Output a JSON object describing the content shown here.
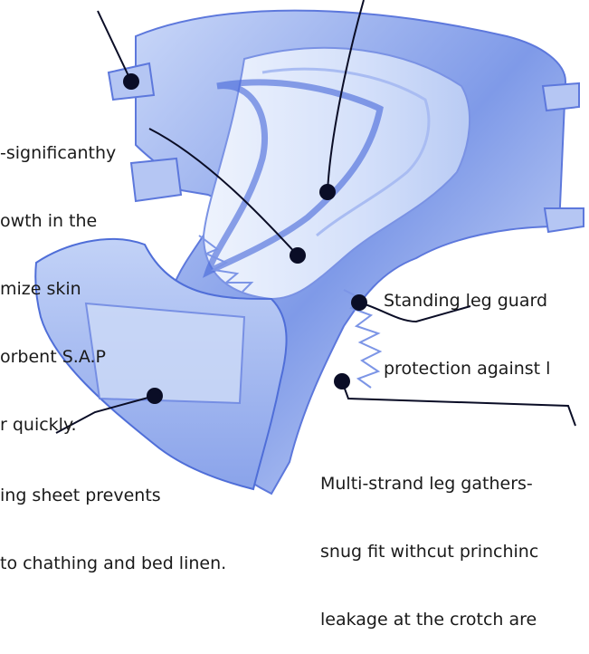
{
  "callouts": [
    {
      "id": "tape-tab",
      "lines": []
    },
    {
      "id": "top-sheet",
      "lines": []
    },
    {
      "id": "core",
      "lines": [
        "-significanthy",
        "owth in the",
        "mize skin",
        "orbent S.A.P",
        "r quickly."
      ]
    },
    {
      "id": "leg-guards",
      "lines": [
        "Standing leg guard",
        "protection against l"
      ]
    },
    {
      "id": "leg-gathers",
      "lines": [
        "Multi-strand leg gathers-",
        "snug fit withcut princhinc",
        "leakage at the crotch are"
      ]
    },
    {
      "id": "back-sheet",
      "lines": [
        "ing sheet prevents",
        "to chathing and bed linen."
      ]
    }
  ],
  "colors": {
    "diaper_light": "#dfe8fb",
    "diaper_mid": "#8fa8ec",
    "diaper_dark": "#3f5fd6",
    "ink": "#0a0d26"
  }
}
